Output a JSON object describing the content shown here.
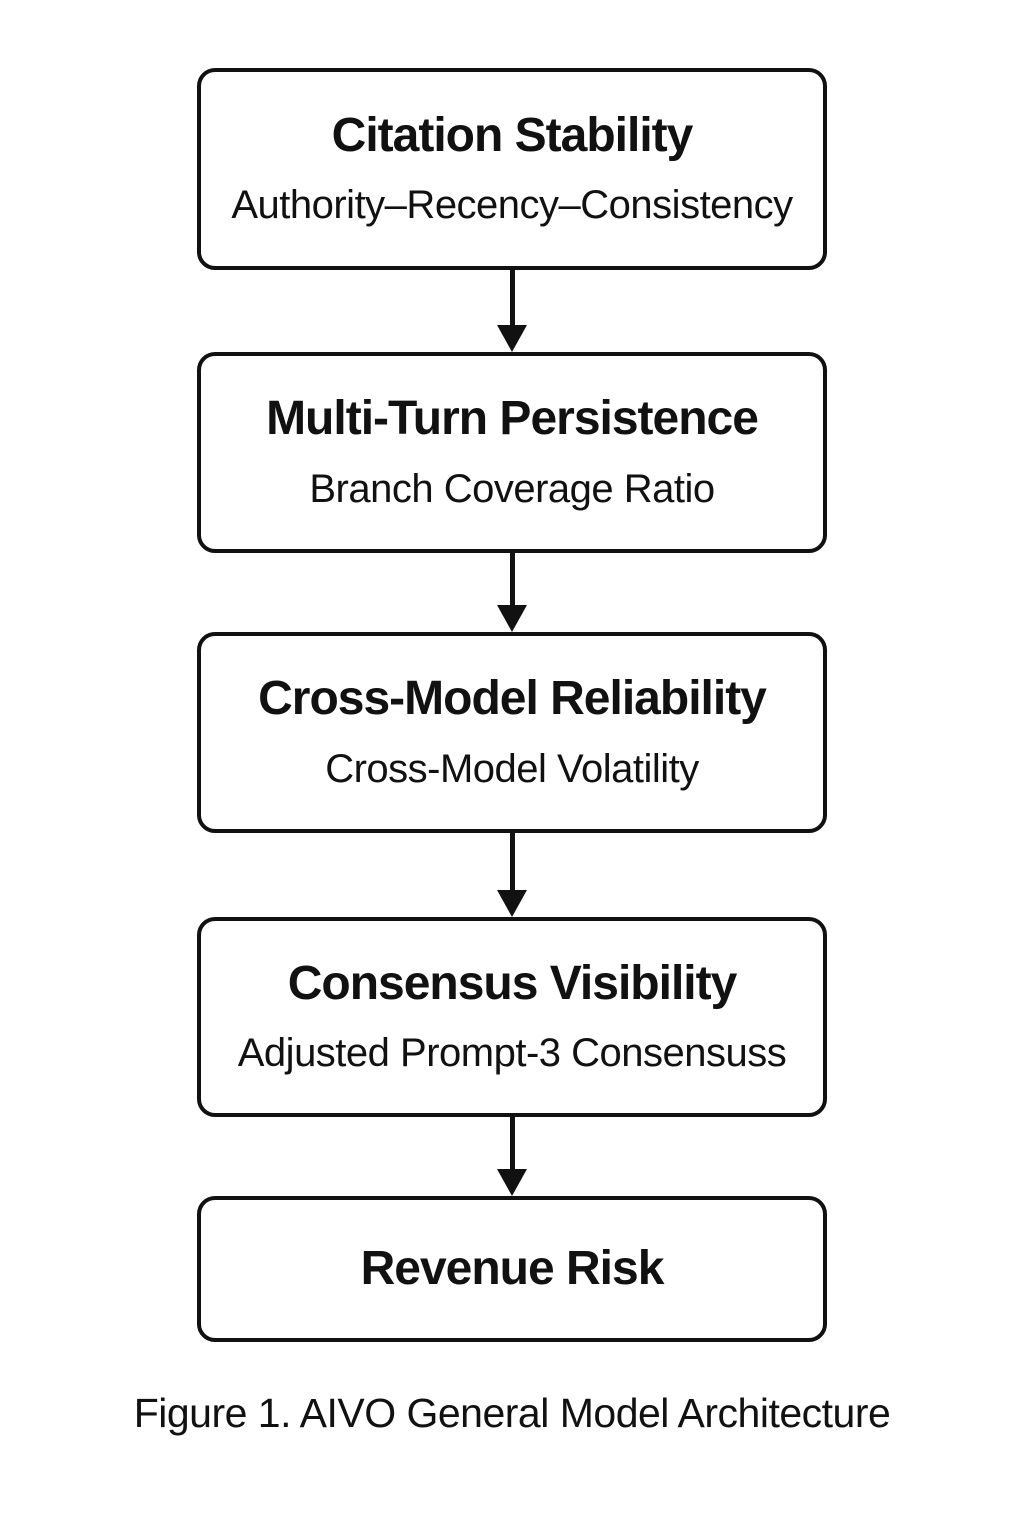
{
  "figure": {
    "nodes": [
      {
        "title": "Citation Stability",
        "subtitle": "Authority–Recency–Consistency"
      },
      {
        "title": "Multi-Turn Persistence",
        "subtitle": "Branch Coverage Ratio"
      },
      {
        "title": "Cross-Model Reliability",
        "subtitle": "Cross-Model Volatility"
      },
      {
        "title": "Consensus Visibility",
        "subtitle": "Adjusted Prompt-3 Consensuss"
      },
      {
        "title": "Revenue Risk",
        "subtitle": ""
      }
    ],
    "caption": "Figure 1. AIVO General Model Architecture",
    "colors": {
      "stroke": "#111111",
      "background": "#ffffff",
      "text": "#111111"
    }
  }
}
